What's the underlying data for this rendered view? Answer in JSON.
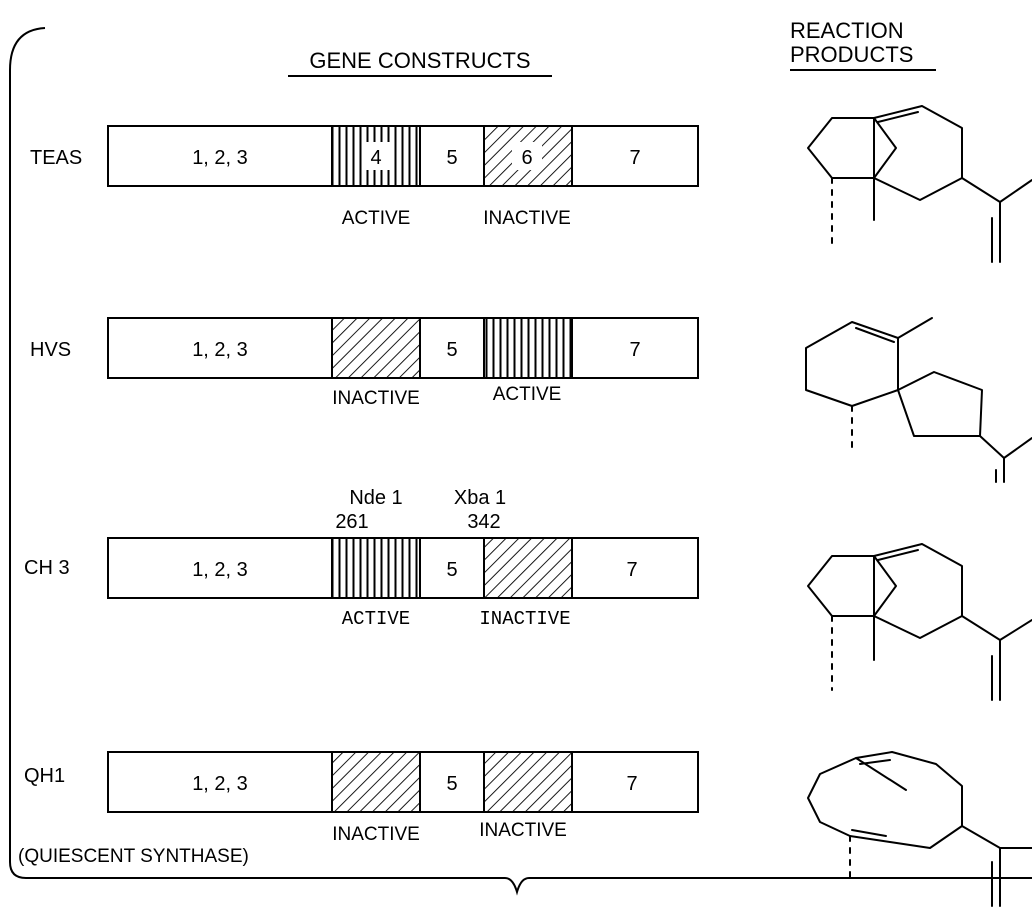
{
  "headers": {
    "gene_constructs": "GENE CONSTRUCTS",
    "reaction_products_line1": "REACTION",
    "reaction_products_line2": "PRODUCTS"
  },
  "constructs": [
    {
      "name": "TEAS",
      "seg_123": "1, 2, 3",
      "seg_4": "4",
      "seg_5": "5",
      "seg_6": "6",
      "seg_7": "7",
      "label_a": "ACTIVE",
      "label_b": "INACTIVE"
    },
    {
      "name": "HVS",
      "seg_123": "1, 2, 3",
      "seg_5": "5",
      "seg_7": "7",
      "label_a": "INACTIVE",
      "label_b": "ACTIVE"
    },
    {
      "name": "CH 3",
      "seg_123": "1, 2, 3",
      "seg_5": "5",
      "seg_7": "7",
      "label_a": "ACTIVE",
      "label_b": "INACTIVE",
      "site1_name": "Nde 1",
      "site1_pos": "261",
      "site2_name": "Xba 1",
      "site2_pos": "342"
    },
    {
      "name": "QH1",
      "seg_123": "1, 2, 3",
      "seg_5": "5",
      "seg_7": "7",
      "label_a": "INACTIVE",
      "label_b": "INACTIVE",
      "note": "(QUIESCENT SYNTHASE)"
    }
  ]
}
